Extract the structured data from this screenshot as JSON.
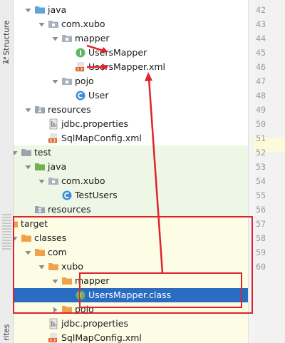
{
  "side_tabs": {
    "structure": "7: Structure",
    "favorites": "rites"
  },
  "tree": [
    {
      "label": "java",
      "icon": "source-folder-icon",
      "depth": 3,
      "expanded": true
    },
    {
      "label": "com.xubo",
      "icon": "package-icon",
      "depth": 4,
      "expanded": true
    },
    {
      "label": "mapper",
      "icon": "package-icon",
      "depth": 5,
      "expanded": true
    },
    {
      "label": "UsersMapper",
      "icon": "interface-icon",
      "depth": 6,
      "expanded": null
    },
    {
      "label": "UsersMapper.xml",
      "icon": "xml-file-icon",
      "depth": 6,
      "expanded": null
    },
    {
      "label": "pojo",
      "icon": "package-icon",
      "depth": 5,
      "expanded": true
    },
    {
      "label": "User",
      "icon": "class-icon",
      "depth": 6,
      "expanded": null
    },
    {
      "label": "resources",
      "icon": "resources-folder-icon",
      "depth": 3,
      "expanded": true
    },
    {
      "label": "jdbc.properties",
      "icon": "properties-file-icon",
      "depth": 4,
      "expanded": null
    },
    {
      "label": "SqlMapConfig.xml",
      "icon": "xml-file-icon",
      "depth": 4,
      "expanded": null
    },
    {
      "label": "test",
      "icon": "folder-icon",
      "depth": 2,
      "expanded": true
    },
    {
      "label": "java",
      "icon": "test-source-folder-icon",
      "depth": 3,
      "expanded": true
    },
    {
      "label": "com.xubo",
      "icon": "package-icon",
      "depth": 4,
      "expanded": true
    },
    {
      "label": "TestUsers",
      "icon": "class-icon",
      "depth": 5,
      "expanded": null
    },
    {
      "label": "resources",
      "icon": "test-resources-folder-icon",
      "depth": 3,
      "expanded": null
    },
    {
      "label": "target",
      "icon": "excluded-folder-icon",
      "depth": 1,
      "expanded": true
    },
    {
      "label": "classes",
      "icon": "excluded-folder-icon",
      "depth": 2,
      "expanded": true
    },
    {
      "label": "com",
      "icon": "excluded-folder-icon",
      "depth": 3,
      "expanded": true
    },
    {
      "label": "xubo",
      "icon": "excluded-folder-icon",
      "depth": 4,
      "expanded": true
    },
    {
      "label": "mapper",
      "icon": "excluded-folder-icon",
      "depth": 5,
      "expanded": true
    },
    {
      "label": "UsersMapper.class",
      "icon": "interface-icon",
      "depth": 6,
      "expanded": null,
      "selected": true
    },
    {
      "label": "pojo",
      "icon": "excluded-folder-icon",
      "depth": 5,
      "expanded": false
    },
    {
      "label": "jdbc.properties",
      "icon": "properties-file-icon",
      "depth": 4,
      "expanded": null
    },
    {
      "label": "SqlMapConfig.xml",
      "icon": "xml-file-icon",
      "depth": 4,
      "expanded": null
    }
  ],
  "line_numbers": [
    "42",
    "43",
    "44",
    "45",
    "46",
    "47",
    "48",
    "49",
    "50",
    "51",
    "52",
    "53",
    "54",
    "55",
    "56",
    "57",
    "58",
    "59",
    "60"
  ],
  "colors": {
    "selection": "#2a6cc1",
    "annotation": "#e0222d",
    "test_zone": "#eef7e6",
    "target_zone": "#fdfce5",
    "source_folder": "#5ea4d6",
    "test_folder": "#6fb24f",
    "excluded_folder": "#f0a24b",
    "package": "#a9b2bb"
  }
}
